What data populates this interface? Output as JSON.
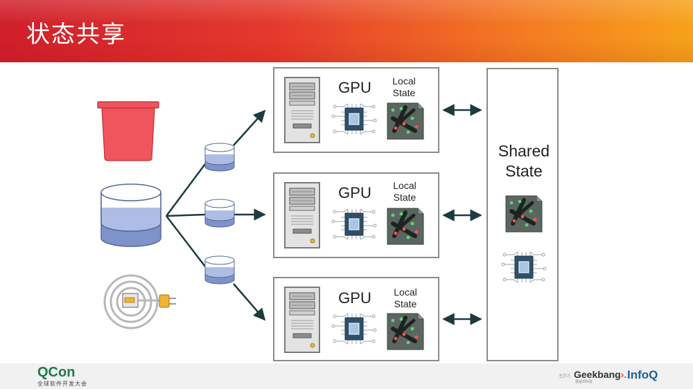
{
  "header": {
    "title": "状态共享"
  },
  "gpu_boxes": [
    {
      "gpu_label": "GPU",
      "local_state_line1": "Local",
      "local_state_line2": "State"
    },
    {
      "gpu_label": "GPU",
      "local_state_line1": "Local",
      "local_state_line2": "State"
    },
    {
      "gpu_label": "GPU",
      "local_state_line1": "Local",
      "local_state_line2": "State"
    }
  ],
  "shared": {
    "line1": "Shared",
    "line2": "State"
  },
  "footer": {
    "qcon_logo": "QCon",
    "qcon_subtitle": "全球软件开发大会",
    "sponsor_label": "主办方",
    "geekbang_logo": "Geekbang",
    "geekbang_mark": "›.",
    "geekbang_subtitle": "极客邦科技",
    "infoq_logo": "InfoQ"
  },
  "colors": {
    "header_start": "#cf1f2b",
    "header_end": "#f7a21a",
    "bucket": "#f0545c",
    "db": "#7d93c9",
    "arrow": "#1d3a3f"
  }
}
